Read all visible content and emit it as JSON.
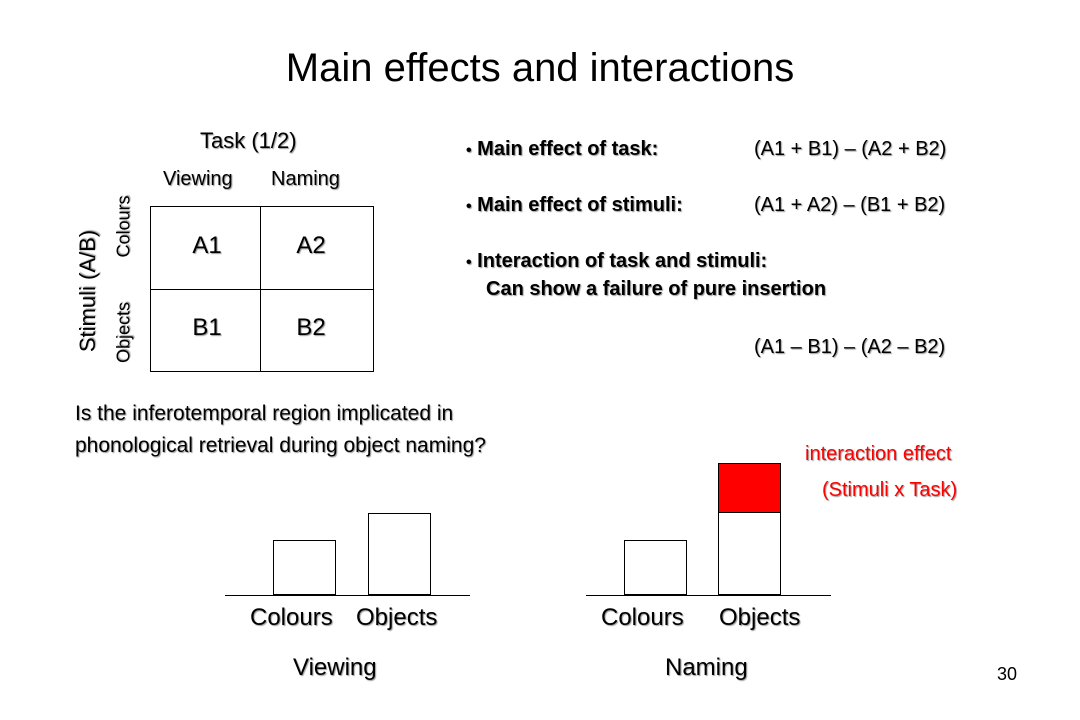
{
  "title": "Main effects and interactions",
  "matrix": {
    "task_label": "Task (1/2)",
    "col_labels": [
      "Viewing",
      "Naming"
    ],
    "stim_label": "Stimuli (A/B)",
    "row_labels": [
      "Colours",
      "Objects"
    ],
    "cells": [
      "A1",
      "A2",
      "B1",
      "B2"
    ]
  },
  "bullets": {
    "task": {
      "label": "Main effect of task:",
      "formula": "(A1 + B1) – (A2 + B2)"
    },
    "stimuli": {
      "label": "Main effect of stimuli:",
      "formula": "(A1 + A2) – (B1 + B2)"
    },
    "interaction": {
      "label": "Interaction of task and stimuli:",
      "sub": "Can show a failure of pure insertion",
      "formula": "(A1 – B1) – (A2 – B2)"
    }
  },
  "question": {
    "line1": "Is the inferotemporal region implicated in",
    "line2": "phonological retrieval during object naming?"
  },
  "annotation": {
    "line1": "interaction effect",
    "line2": "(Stimuli x Task)",
    "color": "#ff0000"
  },
  "chart_data": [
    {
      "type": "bar",
      "title": "Viewing",
      "categories": [
        "Colours",
        "Objects"
      ],
      "values": [
        1.0,
        1.5
      ]
    },
    {
      "type": "bar",
      "title": "Naming",
      "categories": [
        "Colours",
        "Objects"
      ],
      "values": [
        1.0,
        2.4
      ],
      "interaction_segment": {
        "category": "Objects",
        "value": 0.9,
        "color": "#ff0000"
      }
    }
  ],
  "page_number": "30"
}
